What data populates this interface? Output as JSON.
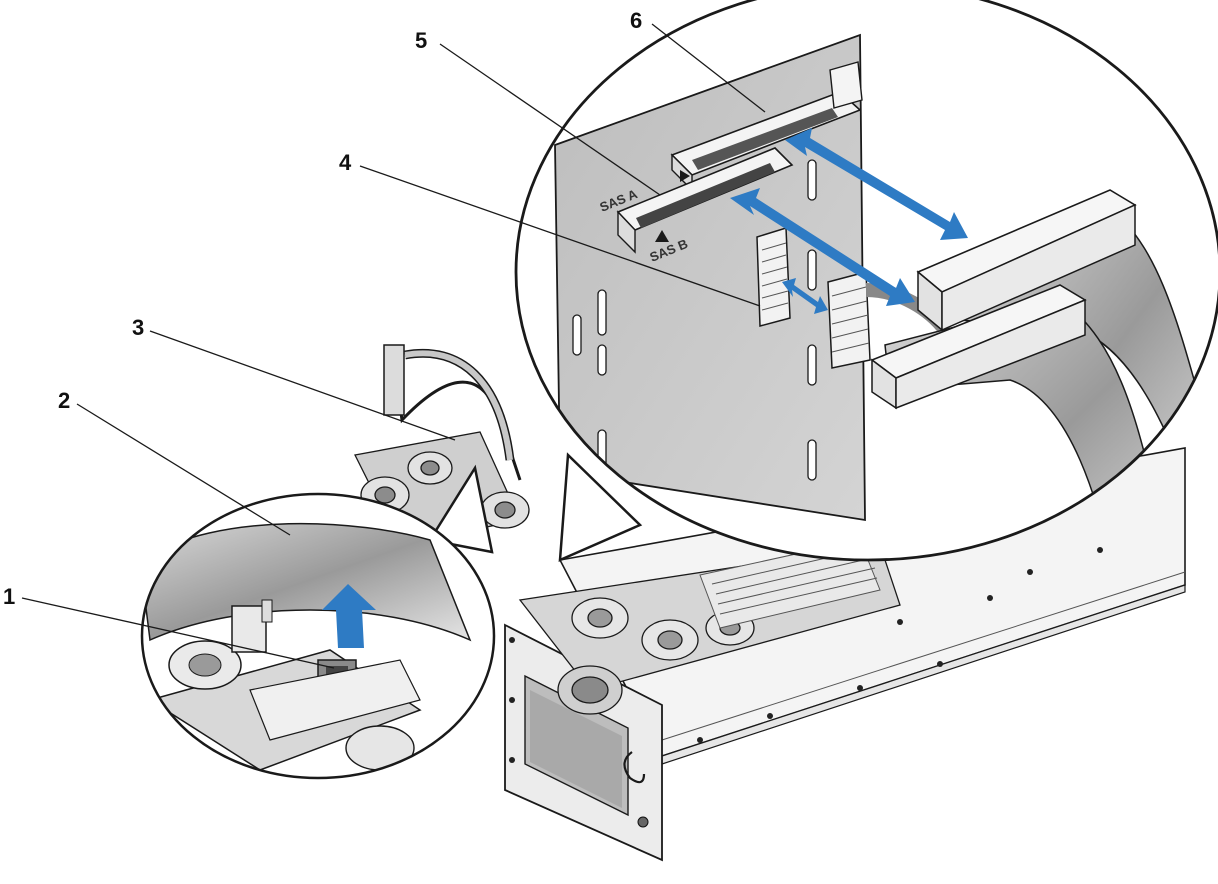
{
  "callouts": [
    {
      "id": "1",
      "text": "1"
    },
    {
      "id": "2",
      "text": "2"
    },
    {
      "id": "3",
      "text": "3"
    },
    {
      "id": "4",
      "text": "4"
    },
    {
      "id": "5",
      "text": "5"
    },
    {
      "id": "6",
      "text": "6"
    }
  ],
  "board_labels": {
    "sas_a": "SAS A",
    "sas_b": "SAS B"
  },
  "colors": {
    "arrow_blue": "#2e7bc4",
    "board_gray": "#c9c9c9",
    "cable_gray": "#b9b9b9",
    "line": "#1a1a1a"
  }
}
